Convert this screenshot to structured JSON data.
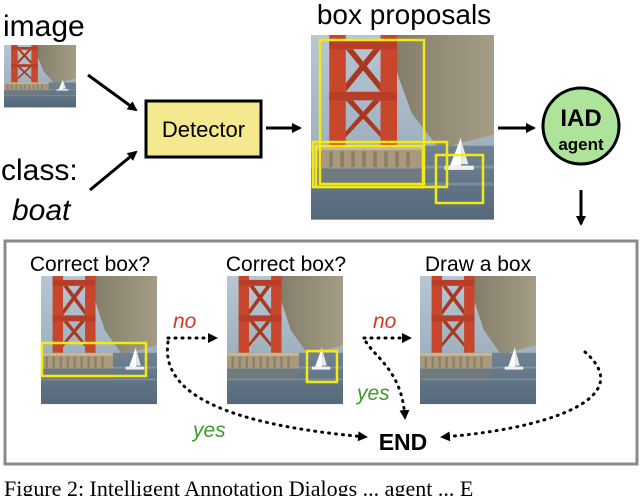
{
  "inputs": {
    "image_label": "image",
    "class_label": "class:",
    "class_value": "boat"
  },
  "detector": {
    "label": "Detector"
  },
  "proposals": {
    "title": "box proposals"
  },
  "agent": {
    "line1": "IAD",
    "line2": "agent"
  },
  "panel": {
    "step1_title": "Correct box?",
    "step2_title": "Correct box?",
    "step3_title": "Draw a box",
    "no_label_1": "no",
    "no_label_2": "no",
    "yes_label_1": "yes",
    "yes_label_2": "yes",
    "end_label": "END"
  },
  "caption": {
    "text": "Figure 2: Intelligent Annotation Dialogs ... agent ... E"
  },
  "colors": {
    "detector_fill": "#f5e98f",
    "agent_fill": "#aee39a",
    "box_yellow": "#f2ea12",
    "no_red": "#d03a22",
    "yes_green": "#3a9a2a",
    "panel_border": "#8a8a8a"
  }
}
